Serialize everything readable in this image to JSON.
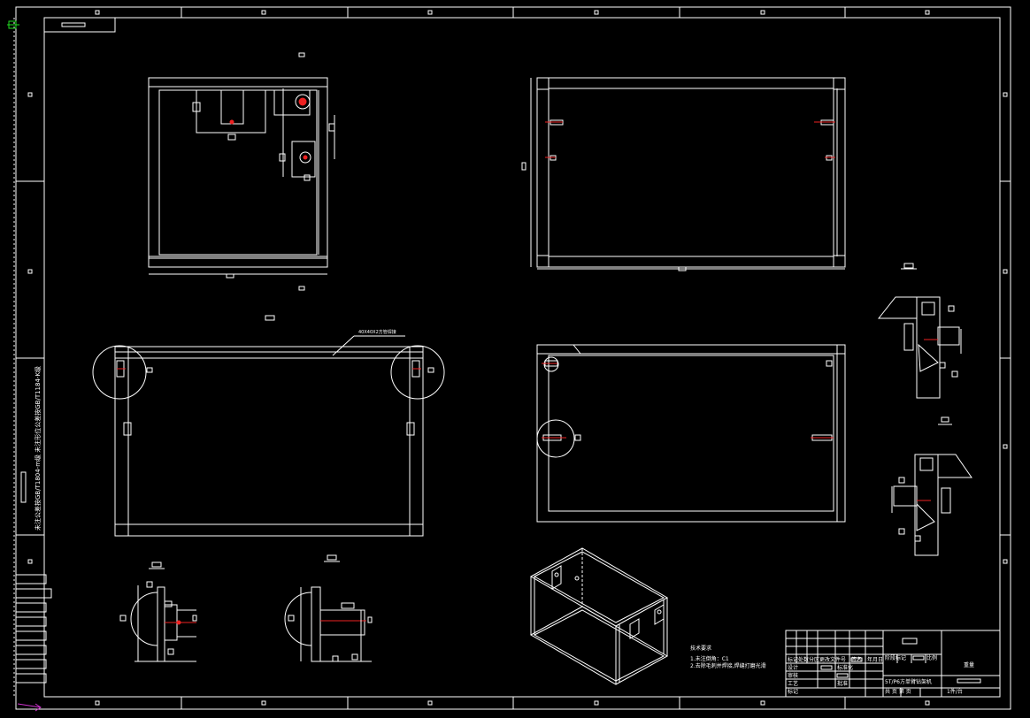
{
  "drawing": {
    "callout_label": "40X40X2方管焊接",
    "tech_requirements": {
      "heading": "技术要求",
      "items": [
        "1.未注倒角：C1",
        "2.去除毛刺并焊接,焊缝打磨光滑"
      ]
    },
    "title_block": {
      "product_name": "5T/P6方单臂钻架机",
      "material_label": "重量",
      "scale_label": "比例",
      "drawing_label": "标记",
      "sheet_info": "共 页 第 页",
      "page_label": "1件/台",
      "design_label": "设计",
      "check_label": "审核",
      "process_label": "工艺",
      "approve_label": "批准",
      "standard_label": "标准化",
      "stage_label": "阶段标记",
      "head_labels": [
        "标记",
        "处数",
        "分区",
        "更改文件号",
        "签名",
        "年月日"
      ]
    },
    "side_note": "未注公差按GB/T1804-m级 未注形位公差按GB/T1184-K级"
  }
}
